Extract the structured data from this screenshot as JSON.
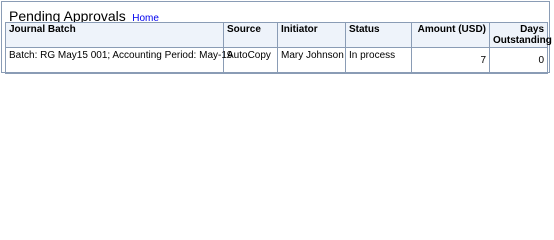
{
  "panel": {
    "title": "Pending Approvals",
    "home_link": "Home"
  },
  "table": {
    "columns": [
      "Journal Batch",
      "Source",
      "Initiator",
      "Status",
      "Amount (USD)",
      "Days Outstanding"
    ],
    "rows": [
      {
        "journal_batch": "Batch: RG May15 001; Accounting Period: May-19",
        "source": "AutoCopy",
        "initiator": "Mary Johnson",
        "status": "In process",
        "amount": "7",
        "days_outstanding": "0"
      }
    ]
  },
  "colors": {
    "border": "#8a9cb5",
    "header_bg": "#eef3fa",
    "link": "#0000ee"
  }
}
